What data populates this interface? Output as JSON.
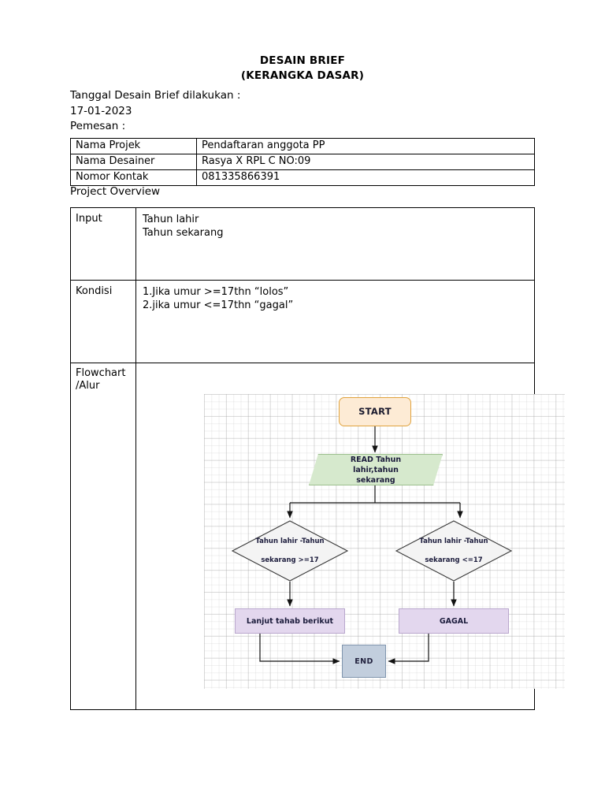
{
  "document": {
    "title": "DESAIN BRIEF",
    "subtitle": "(KERANGKA DASAR)",
    "intro": {
      "date_label": "Tanggal Desain Brief dilakukan :",
      "date_value": "17-01-2023",
      "orderer_label": "Pemesan :"
    },
    "info_table": {
      "rows": [
        {
          "key": "Nama Projek",
          "value": "Pendaftaran anggota PP"
        },
        {
          "key": "Nama Desainer",
          "value": "Rasya X RPL C NO:09"
        },
        {
          "key": "Nomor Kontak",
          "value": "081335866391"
        }
      ]
    },
    "overview_caption": "Project Overview",
    "overview_table": {
      "input": {
        "label": "Input",
        "lines": [
          "Tahun lahir",
          "Tahun sekarang"
        ]
      },
      "kondisi": {
        "label": "Kondisi",
        "lines": [
          "1.Jika umur >=17thn “lolos”",
          "2.jika umur <=17thn “gagal”"
        ]
      },
      "flowchart": {
        "label_line1": "Flowchart",
        "label_line2": "/Alur"
      }
    }
  },
  "flowchart": {
    "nodes": {
      "start": {
        "text": "START",
        "shape": "rounded-rectangle",
        "fill": "#fdebd5",
        "stroke": "#e0a33e"
      },
      "read": {
        "line1": "READ Tahun lahir,tahun",
        "line2": "sekarang",
        "shape": "parallelogram",
        "fill": "#d6e9cd",
        "stroke": "#9cbf8e"
      },
      "decision_left": {
        "line1": "Tahun lahir -Tahun",
        "line2": "sekarang >=17",
        "shape": "diamond",
        "fill": "#f4f4f4",
        "stroke": "#3a3a3a"
      },
      "decision_right": {
        "line1": "Tahun lahir -Tahun",
        "line2": "sekarang <=17",
        "shape": "diamond",
        "fill": "#f4f4f4",
        "stroke": "#3a3a3a"
      },
      "process_left": {
        "text": "Lanjut tahab berikut",
        "shape": "rectangle",
        "fill": "#e3d7ee",
        "stroke": "#b9a7cd"
      },
      "process_right": {
        "text": "GAGAL",
        "shape": "rectangle",
        "fill": "#e3d7ee",
        "stroke": "#b9a7cd"
      },
      "end": {
        "text": "END",
        "shape": "rectangle",
        "fill": "#c2cedd",
        "stroke": "#7f94ad"
      }
    }
  }
}
